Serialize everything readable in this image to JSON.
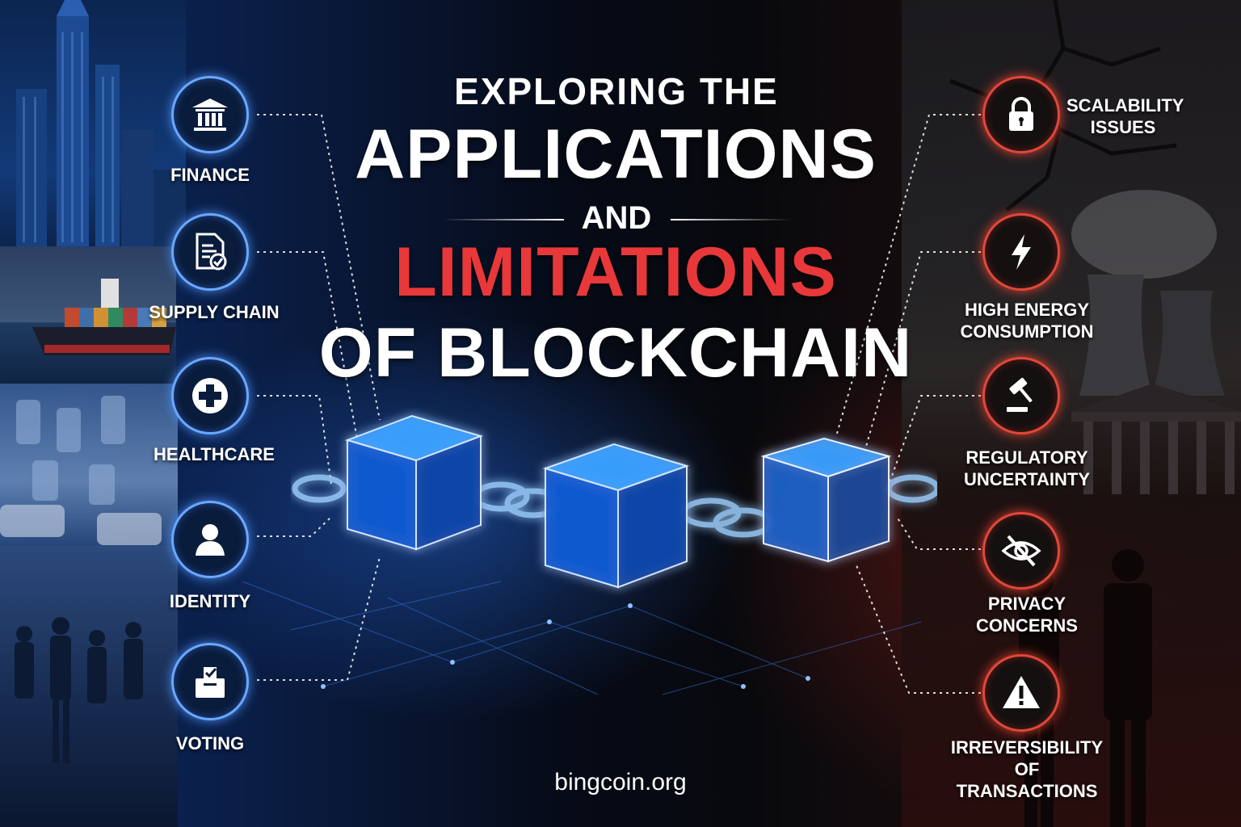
{
  "title": {
    "line1": "EXPLORING THE",
    "line2": "APPLICATIONS",
    "line3": "AND",
    "line4": "LIMITATIONS",
    "line5": "OF BLOCKCHAIN"
  },
  "applications": [
    {
      "label": "FINANCE",
      "icon": "bank-icon"
    },
    {
      "label": "SUPPLY CHAIN",
      "icon": "document-check-icon"
    },
    {
      "label": "HEALTHCARE",
      "icon": "medical-cross-icon"
    },
    {
      "label": "IDENTITY",
      "icon": "person-icon"
    },
    {
      "label": "VOTING",
      "icon": "ballot-box-icon"
    }
  ],
  "limitations": [
    {
      "label_lines": [
        "SCALABILITY",
        "ISSUES"
      ],
      "icon": "padlock-icon"
    },
    {
      "label_lines": [
        "HIGH ENERGY",
        "CONSUMPTION"
      ],
      "icon": "lightning-bolt-icon"
    },
    {
      "label_lines": [
        "REGULATORY",
        "UNCERTAINTY"
      ],
      "icon": "gavel-icon"
    },
    {
      "label_lines": [
        "PRIVACY",
        "CONCERNS"
      ],
      "icon": "eye-slash-icon"
    },
    {
      "label_lines": [
        "IRREVERSIBILITY",
        "OF TRANSACTIONS"
      ],
      "icon": "warning-triangle-icon"
    }
  ],
  "website": "bingcoin.org",
  "colors": {
    "accent_blue": "#6aa8ff",
    "accent_red": "#e8383a",
    "text": "#ffffff"
  }
}
